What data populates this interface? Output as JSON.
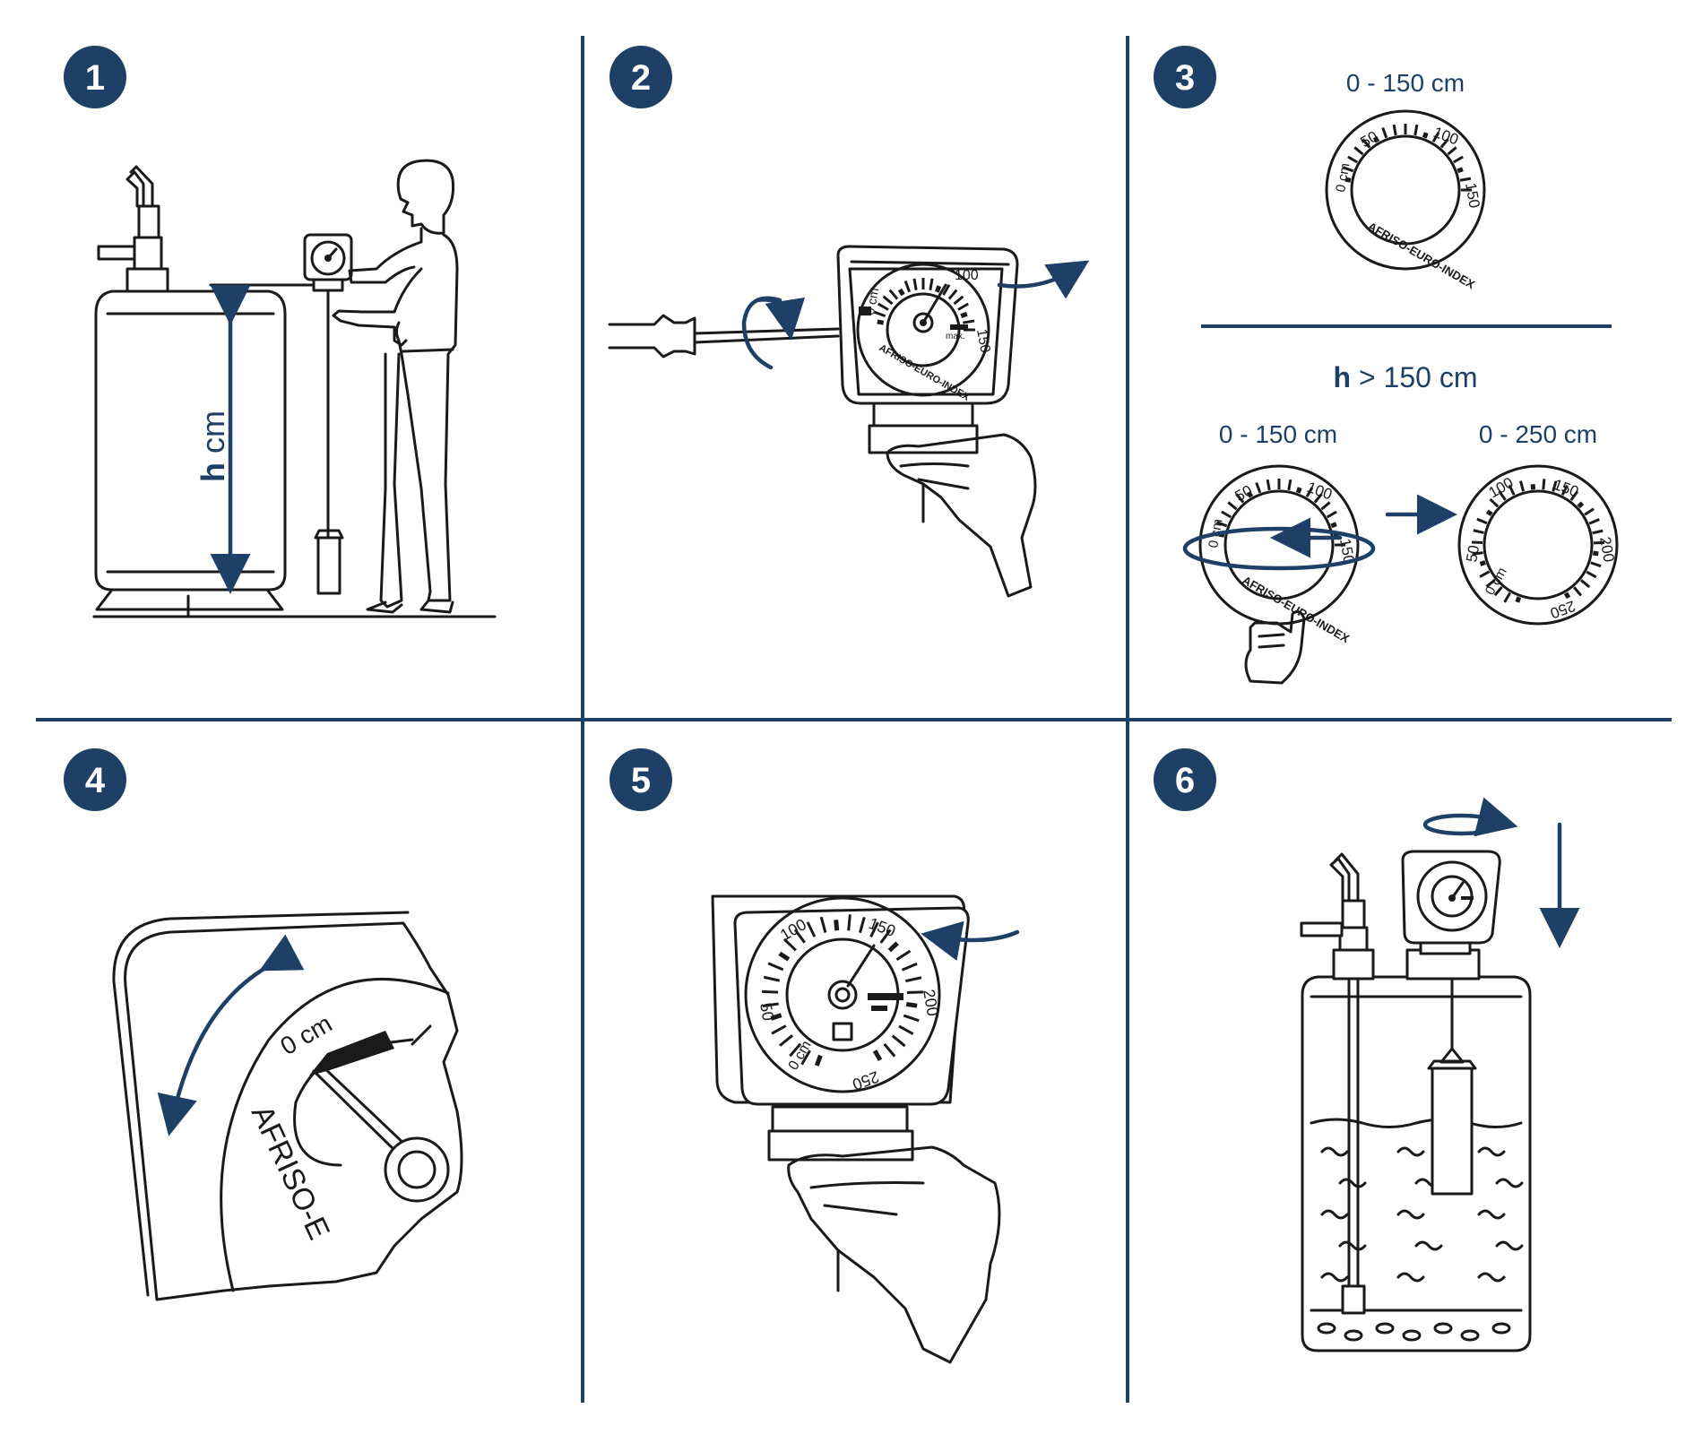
{
  "colors": {
    "accent": "#1e3f66",
    "ink": "#1a1a1a"
  },
  "steps": [
    "1",
    "2",
    "3",
    "4",
    "5",
    "6"
  ],
  "step1": {
    "height_label_h": "h",
    "height_label_unit": "cm"
  },
  "step3": {
    "top_range": "0 - 150 cm",
    "condition_h": "h",
    "condition_rest": "> 150 cm",
    "range_before": "0 - 150 cm",
    "range_after": "0 - 250 cm"
  },
  "dial_150": {
    "zero": "0 cm",
    "t50": "50",
    "t100": "100",
    "t150": "150",
    "brand": "AFRISO-EURO-INDEX"
  },
  "dial_250": {
    "zero": "0 cm",
    "t50": "50",
    "t100": "100",
    "t150": "150",
    "t200": "200",
    "t250": "250"
  },
  "step2": {
    "max_label": "max."
  },
  "step4": {
    "zero": "0 cm",
    "brand_partial": "AFRISO-E"
  }
}
